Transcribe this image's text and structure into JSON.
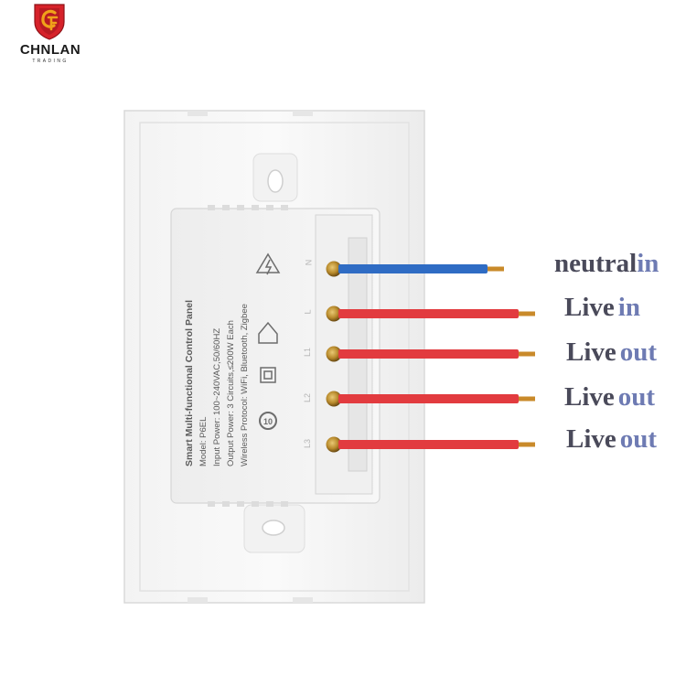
{
  "logo": {
    "brand": "CHNLAN",
    "tagline": "TRADING",
    "emblem_icon": "shield-cf-icon",
    "colors": {
      "shield": "#d6222a",
      "emblem": "#f0a21a"
    }
  },
  "device_label": {
    "title": "Smart Multi-functional Control Panel",
    "lines": [
      "Model: P6EL",
      "Input Power: 100~240VAC,50/60HZ",
      "Output Power: 3 Circuits,≤200W Each",
      "Wireless Protocol: WiFi, Bluetooth, Zigbee"
    ]
  },
  "terminals": [
    {
      "letter": "N"
    },
    {
      "letter": "L"
    },
    {
      "letter": "L1"
    },
    {
      "letter": "L2"
    },
    {
      "letter": "L3"
    }
  ],
  "wires": [
    {
      "name": "neutral",
      "direction": "in",
      "color": "#2f6cc4"
    },
    {
      "name": "Live",
      "direction": "in",
      "color": "#e23b3f"
    },
    {
      "name": "Live",
      "direction": "out",
      "color": "#e23b3f"
    },
    {
      "name": "Live",
      "direction": "out",
      "color": "#e23b3f"
    },
    {
      "name": "Live",
      "direction": "out",
      "color": "#e23b3f"
    }
  ]
}
